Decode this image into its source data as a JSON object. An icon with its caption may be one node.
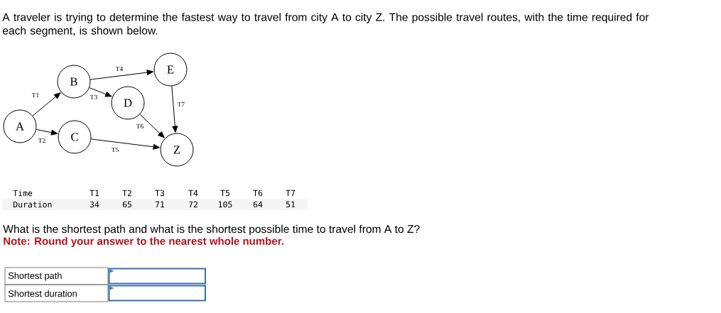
{
  "diagram": {
    "title": "A traveler is trying to determine the fastest way to travel from city A to city Z. The possible travel routes, with the time required for each segment, is shown below.",
    "nodes": [
      {
        "text": [
          "A"
        ]
      },
      {
        "text": [
          "B"
        ]
      },
      {
        "text": [
          "C"
        ]
      },
      {
        "text": [
          "D"
        ]
      },
      {
        "text": [
          "E"
        ]
      },
      {
        "text": [
          "Z"
        ]
      }
    ],
    "edges": [
      {
        "from": 0,
        "to": 1,
        "arrow": "to",
        "label": "T1"
      },
      {
        "from": 0,
        "to": 2,
        "arrow": "to",
        "label": "T2"
      },
      {
        "from": 1,
        "to": 3,
        "arrow": "to",
        "label": "T3"
      },
      {
        "from": 1,
        "to": 4,
        "arrow": "to",
        "label": "T4"
      },
      {
        "from": 2,
        "to": 5,
        "arrow": "to",
        "label": "T5"
      },
      {
        "from": 3,
        "to": 5,
        "arrow": "to",
        "label": "T6"
      },
      {
        "from": 4,
        "to": 5,
        "arrow": "to",
        "label": "T7"
      }
    ],
    "labels": [
      "Time",
      "T1",
      "T2",
      "T3",
      "T4",
      "T5",
      "T6",
      "T7",
      "Duration",
      "34",
      "65",
      "71",
      "72",
      "105",
      "64",
      "51",
      "What is the shortest path and what is the shortest possible time to travel from A to Z?",
      "Note: Round your answer to the nearest whole number.",
      "Shortest path",
      "Shortest duration"
    ]
  }
}
